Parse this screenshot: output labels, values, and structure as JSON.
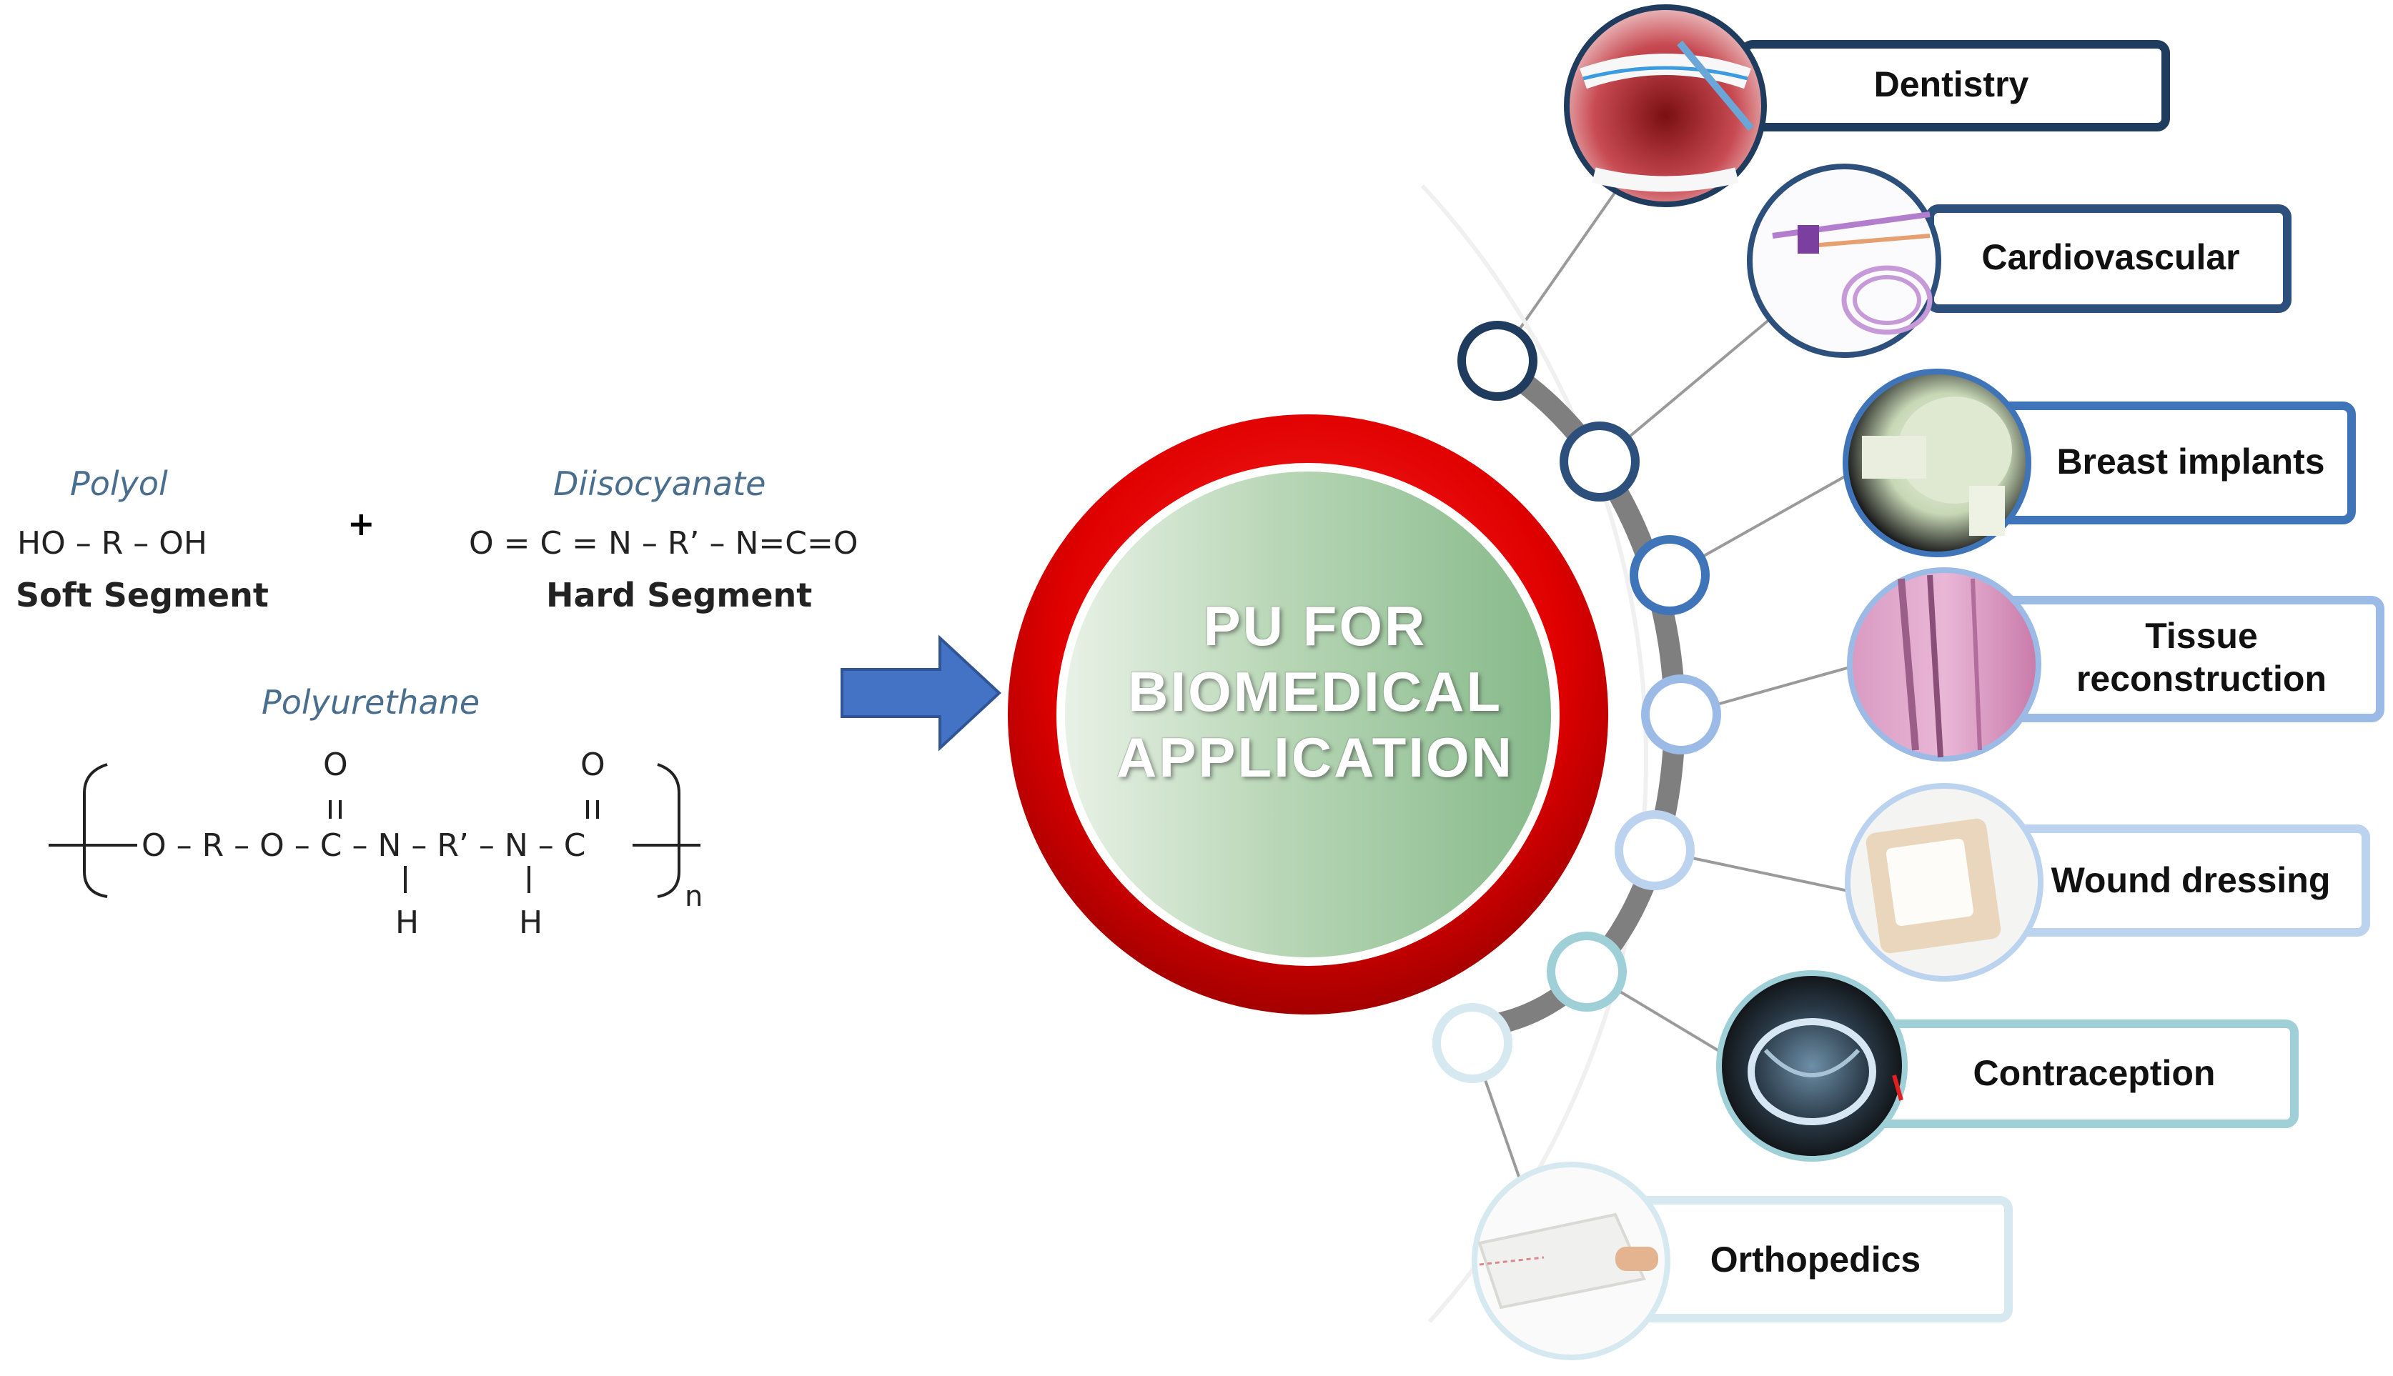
{
  "chemistry": {
    "polyol_label": "Polyol",
    "polyol_formula": "HO – R – OH",
    "soft_segment": "Soft Segment",
    "plus": "+",
    "diisocyanate_label": "Diisocyanate",
    "diisocyanate_formula": "O = C = N – R’ – N=C=O",
    "hard_segment": "Hard Segment",
    "polyurethane_label": "Polyurethane",
    "repeat_unit": {
      "chain": "O – R – O – C – N – R’ – N – C",
      "oxygen_top_1": "O",
      "oxygen_top_2": "O",
      "h_bottom_1": "H",
      "h_bottom_2": "H",
      "subscript": "n"
    }
  },
  "center": {
    "line1": "PU FOR",
    "line2": "BIOMEDICAL",
    "line3": "APPLICATION"
  },
  "applications": [
    {
      "label": "Dentistry",
      "color": "#1f3b5e"
    },
    {
      "label": "Cardiovascular",
      "color": "#2c4f7c"
    },
    {
      "label": "Breast implants",
      "color": "#3f74b8"
    },
    {
      "label": "Tissue reconstruction",
      "color": "#9bbbe6"
    },
    {
      "label": "Wound dressing",
      "color": "#bcd3f0"
    },
    {
      "label": "Contraception",
      "color": "#9fd0d8"
    },
    {
      "label": "Orthopedics",
      "color": "#d6e9f0"
    }
  ],
  "colors": {
    "ring_red": "#e00000",
    "ring_dark_red": "#a40000",
    "center_green": "#8fbf91",
    "arrow_blue": "#4472c4",
    "arc_gray": "#7f7f7f"
  }
}
